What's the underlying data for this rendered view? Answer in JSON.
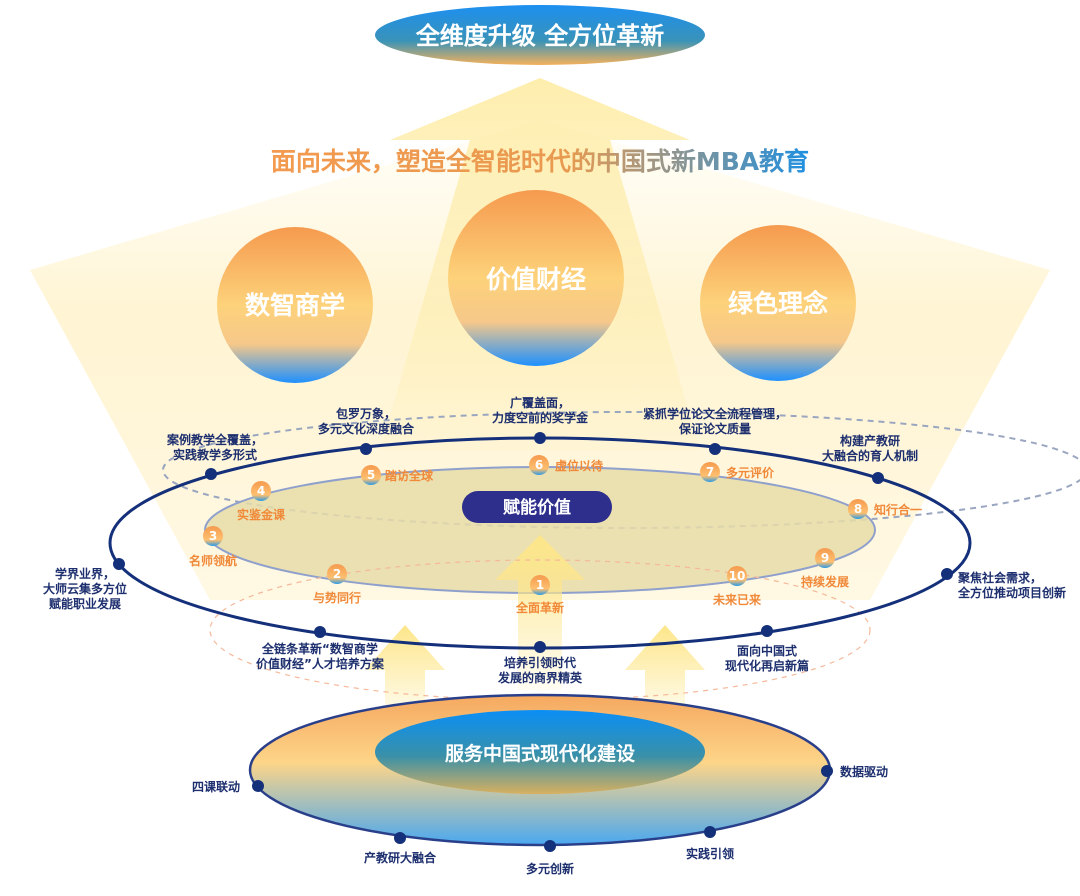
{
  "top_banner": "全维度升级  全方位革新",
  "headline": "面向未来，塑造全智能时代的中国式新MBA教育",
  "pillars": [
    "数智商学",
    "价值财经",
    "绿色理念"
  ],
  "center_badge": "赋能价值",
  "outer_ring_points": [
    [
      "案例教学全覆盖，",
      "实践教学多形式"
    ],
    [
      "包罗万象，",
      "多元文化深度融合"
    ],
    [
      "广覆盖面，",
      "力度空前的奖学金"
    ],
    [
      "紧抓学位论文全流程管理，",
      "保证论文质量"
    ],
    [
      "构建产教研",
      "大融合的育人机制"
    ],
    [
      "聚焦社会需求，",
      "全方位推动项目创新"
    ],
    [
      "面向中国式",
      "现代化再启新篇"
    ],
    [
      "培养引领时代",
      "发展的商界精英"
    ],
    [
      "全链条革新“数智商学",
      "价值财经”人才培养方案"
    ],
    [
      "学界业界，",
      "大师云集多方位",
      "赋能职业发展"
    ]
  ],
  "numbered_points": [
    {
      "n": "1",
      "label": "全面革新"
    },
    {
      "n": "2",
      "label": "与势同行"
    },
    {
      "n": "3",
      "label": "名师领航"
    },
    {
      "n": "4",
      "label": "实鉴金课"
    },
    {
      "n": "5",
      "label": "踏访全球"
    },
    {
      "n": "6",
      "label": "虚位以待"
    },
    {
      "n": "7",
      "label": "多元评价"
    },
    {
      "n": "8",
      "label": "知行合一"
    },
    {
      "n": "9",
      "label": "持续发展"
    },
    {
      "n": "10",
      "label": "未来已来"
    }
  ],
  "base": {
    "title": "服务中国式现代化建设",
    "points": [
      "四课联动",
      "产教研大融合",
      "多元创新",
      "实践引领",
      "数据驱动"
    ]
  },
  "colors": {
    "navy": "#15307a",
    "orange": "#f5944a",
    "yellow": "#fde68a",
    "blue": "#1e90ff",
    "badge": "#2e2f8c"
  }
}
